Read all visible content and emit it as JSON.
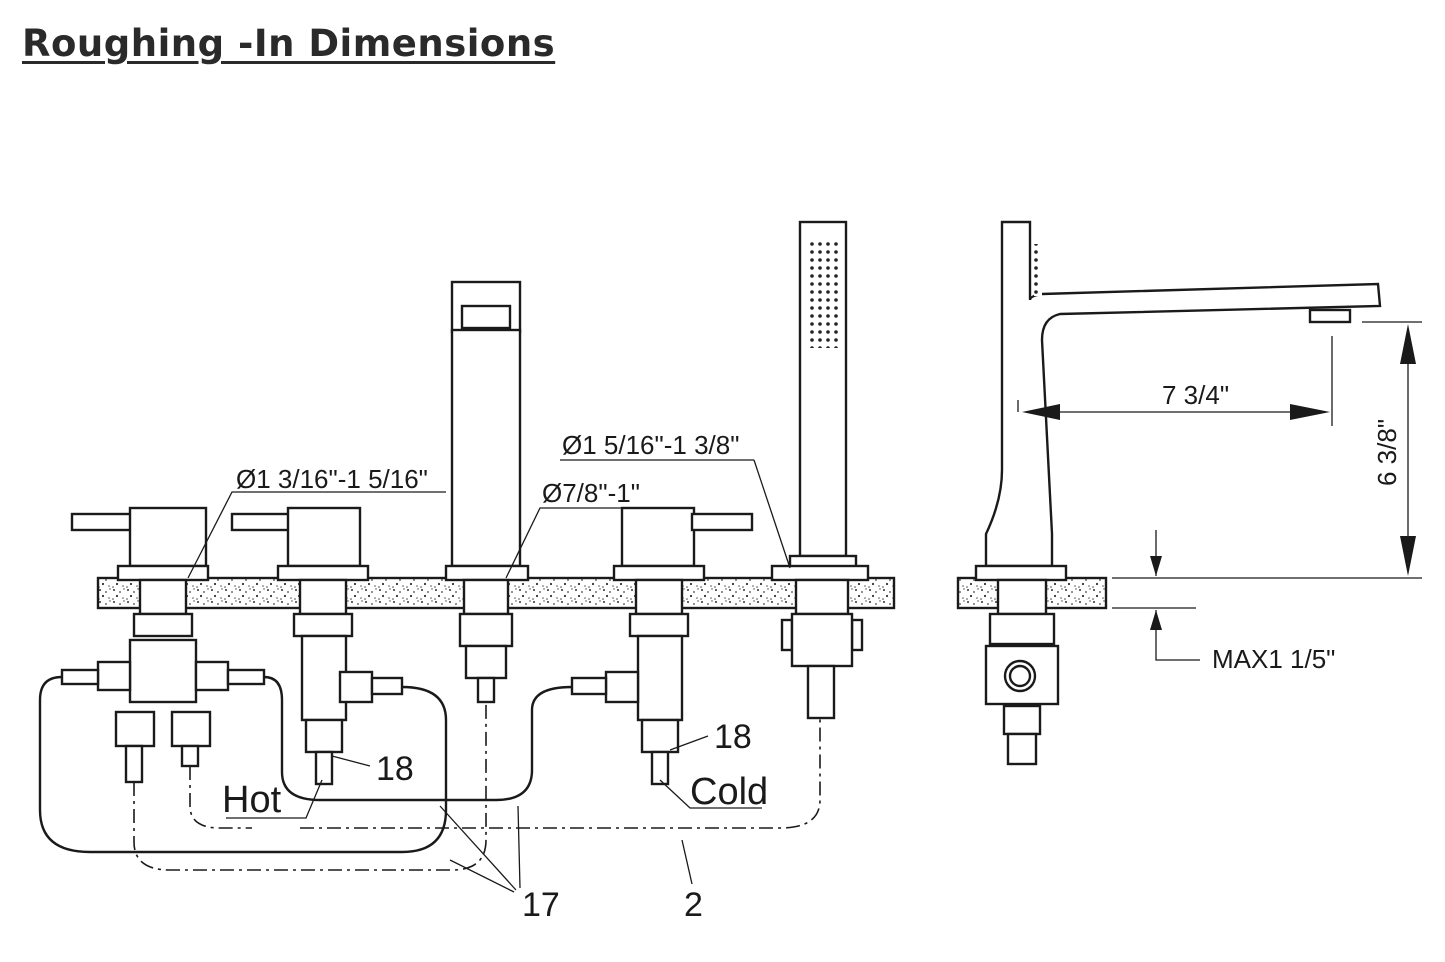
{
  "title": "Roughing -In Dimensions",
  "labels": {
    "hole_left": "Ø1 3/16\"-1 5/16\"",
    "hole_spout": "Ø7/8\"-1\"",
    "hole_shower": "Ø1 5/16\"-1 3/8\"",
    "reach": "7 3/4\"",
    "height": "6 3/8\"",
    "deck_max": "MAX1 1/5\"",
    "hot": "Hot",
    "cold": "Cold",
    "part_18_left": "18",
    "part_18_right": "18",
    "part_17": "17",
    "part_2": "2"
  }
}
